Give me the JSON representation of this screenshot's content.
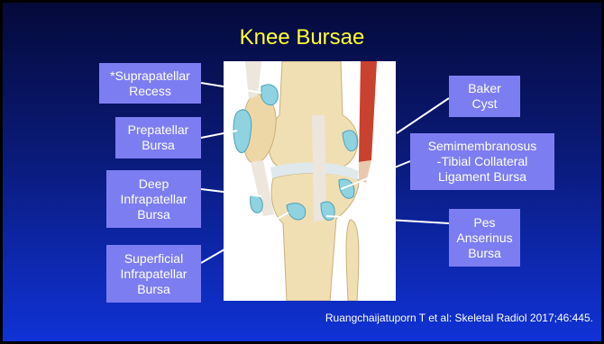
{
  "slide": {
    "title": "Knee Bursae",
    "citation": "Ruangchaijatuporn T et al: Skeletal Radiol 2017;46:445."
  },
  "labels": {
    "suprapatellar": "*Suprapatellar\nRecess",
    "prepatellar": "Prepatellar\nBursa",
    "deep_infrapatellar": "Deep\nInfrapatellar\nBursa",
    "superficial_infrapatellar": "Superficial\nInfrapatellar\nBursa",
    "baker": "Baker\nCyst",
    "semimembranosus": "Semimembranosus\n-Tibial Collateral\nLigament Bursa",
    "pes_anserinus": "Pes\nAnserinus\nBursa"
  },
  "colors": {
    "title": "#ffff33",
    "label_box": "#7d7df2",
    "bursa": "#8fd3e0",
    "bone": "#f1dfb4",
    "muscle": "#c9412f"
  }
}
